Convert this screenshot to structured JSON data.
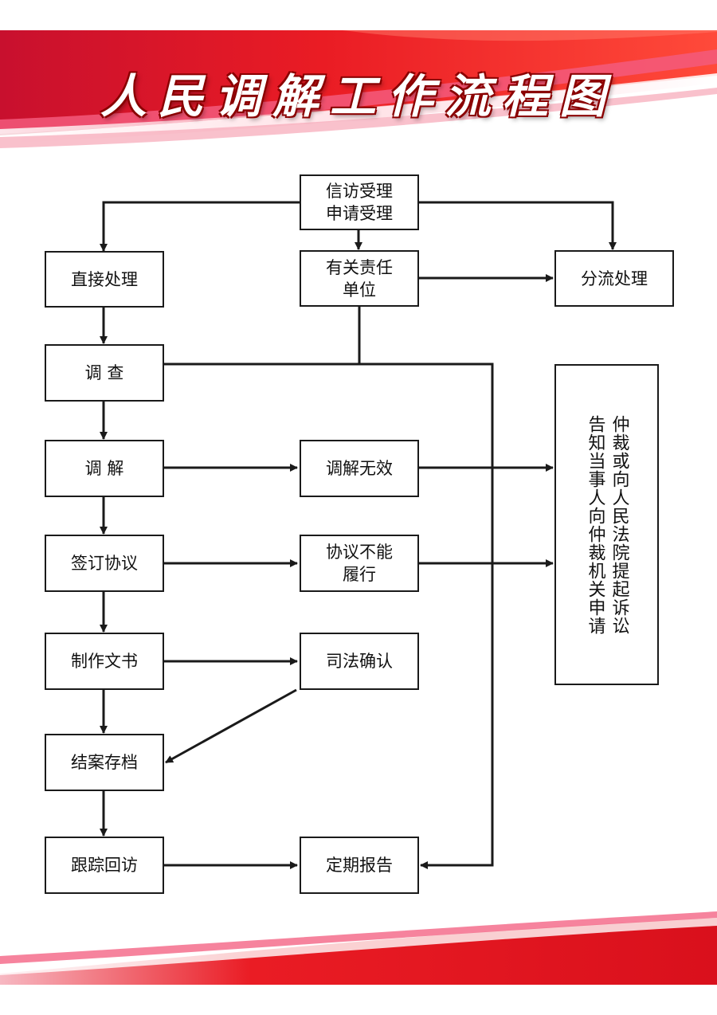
{
  "title": "人民调解工作流程图",
  "colors": {
    "banner_red": "#e3141b",
    "banner_pink": "#f35a7c",
    "line": "#1a1a1a"
  },
  "nodes": {
    "intake": "信访受理\n申请受理",
    "direct": "直接处理",
    "responsible": "有关责任\n单位",
    "diversion": "分流处理",
    "investigate": "调  查",
    "mediate": "调  解",
    "mediation_invalid": "调解无效",
    "sign_agreement": "签订协议",
    "agreement_unfulfilled": "协议不能\n履行",
    "documents": "制作文书",
    "judicial_confirm": "司法确认",
    "archive": "结案存档",
    "follow_up": "跟踪回访",
    "report": "定期报告",
    "arbitration": "仲裁或向人民法院提起诉讼\n告知当事人向仲裁机关申请"
  }
}
